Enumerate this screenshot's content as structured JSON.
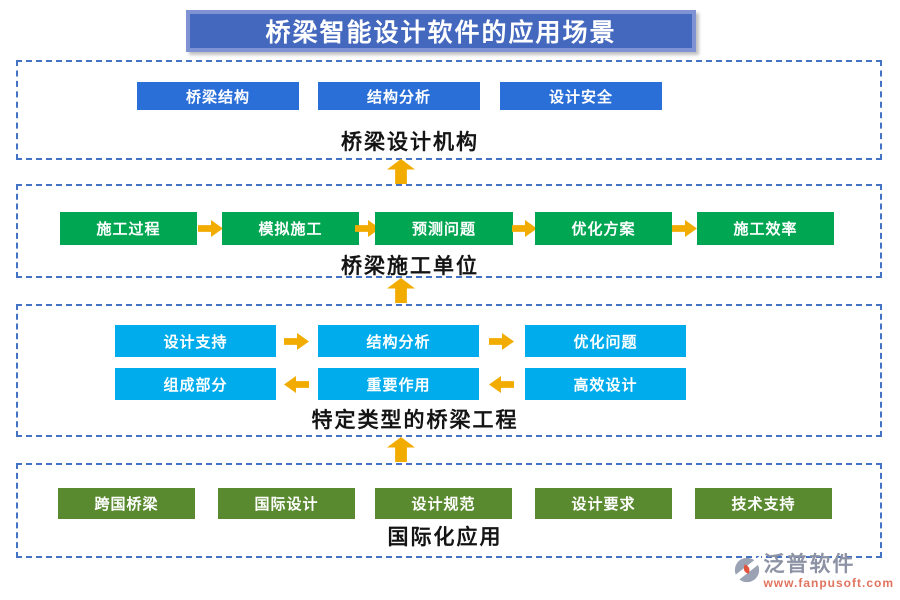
{
  "title": "桥梁智能设计软件的应用场景",
  "sections": [
    {
      "label": "桥梁设计机构",
      "buttons": [
        "桥梁结构",
        "结构分析",
        "设计安全"
      ]
    },
    {
      "label": "桥梁施工单位",
      "buttons": [
        "施工过程",
        "模拟施工",
        "预测问题",
        "优化方案",
        "施工效率"
      ],
      "arrow_direction": "right"
    },
    {
      "label": "特定类型的桥梁工程",
      "rows": [
        {
          "buttons": [
            "设计支持",
            "结构分析",
            "优化问题"
          ],
          "arrow_direction": "right"
        },
        {
          "buttons": [
            "组成部分",
            "重要作用",
            "高效设计"
          ],
          "arrow_direction": "left"
        }
      ]
    },
    {
      "label": "国际化应用",
      "buttons": [
        "跨国桥梁",
        "国际设计",
        "设计规范",
        "设计要求",
        "技术支持"
      ]
    }
  ],
  "flow_between_sections": "bottom-to-top upward arrows",
  "colors": {
    "title_fill": "#4468BE",
    "title_border": "#7E92D4",
    "section_dashed_border": "#4472C4",
    "section1_button": "#2A6FD8",
    "section2_button": "#00A651",
    "section3_button": "#00ACEC",
    "section4_button": "#5A8A2F",
    "arrow": "#F2AC00"
  },
  "logo": {
    "brand": "泛普软件",
    "website": "www.fanpusoft.com"
  }
}
